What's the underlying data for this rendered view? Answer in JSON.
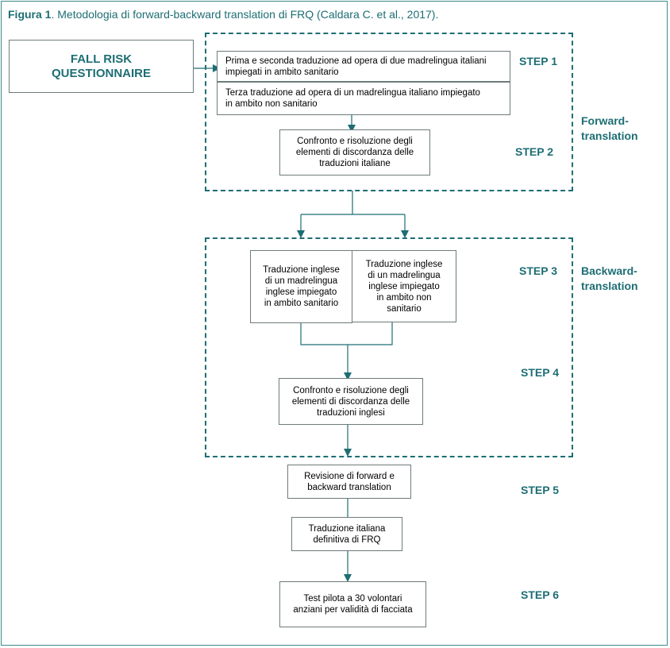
{
  "caption": {
    "label": "Figura 1",
    "text": ". Metodologia di forward-backward translation di FRQ (Caldara C. et al., 2017)."
  },
  "questionnaire": "FALL RISK\nQUESTIONNAIRE",
  "boxes": {
    "step1_a": "Prima e seconda traduzione ad opera di due madrelingua italiani\nimpiegati in ambito sanitario",
    "step1_b": "Terza traduzione ad opera di un madrelingua italiano impiegato\nin ambito non sanitario",
    "step2": "Confronto e risoluzione degli\nelementi di discordanza delle\ntraduzioni italiane",
    "step3_a": "Traduzione inglese\ndi un madrelingua\ninglese impiegato\nin ambito sanitario",
    "step3_b": "Traduzione inglese\ndi un madrelingua\ninglese impiegato\nin ambito non\nsanitario",
    "step4": "Confronto e risoluzione degli\nelementi di discordanza delle\ntraduzioni inglesi",
    "step5_a": "Revisione di forward e\nbackward translation",
    "step5_b": "Traduzione italiana\ndefinitiva di FRQ",
    "step6": "Test pilota a 30 volontari\nanziani per validità di facciata"
  },
  "steps": {
    "s1": "STEP 1",
    "s2": "STEP 2",
    "s3": "STEP 3",
    "s4": "STEP 4",
    "s5": "STEP 5",
    "s6": "STEP 6"
  },
  "phases": {
    "forward": "Forward-\ntranslation",
    "backward": "Backward-\ntranslation"
  },
  "colors": {
    "teal": "#1d6e74",
    "border": "#6e7b7b"
  }
}
